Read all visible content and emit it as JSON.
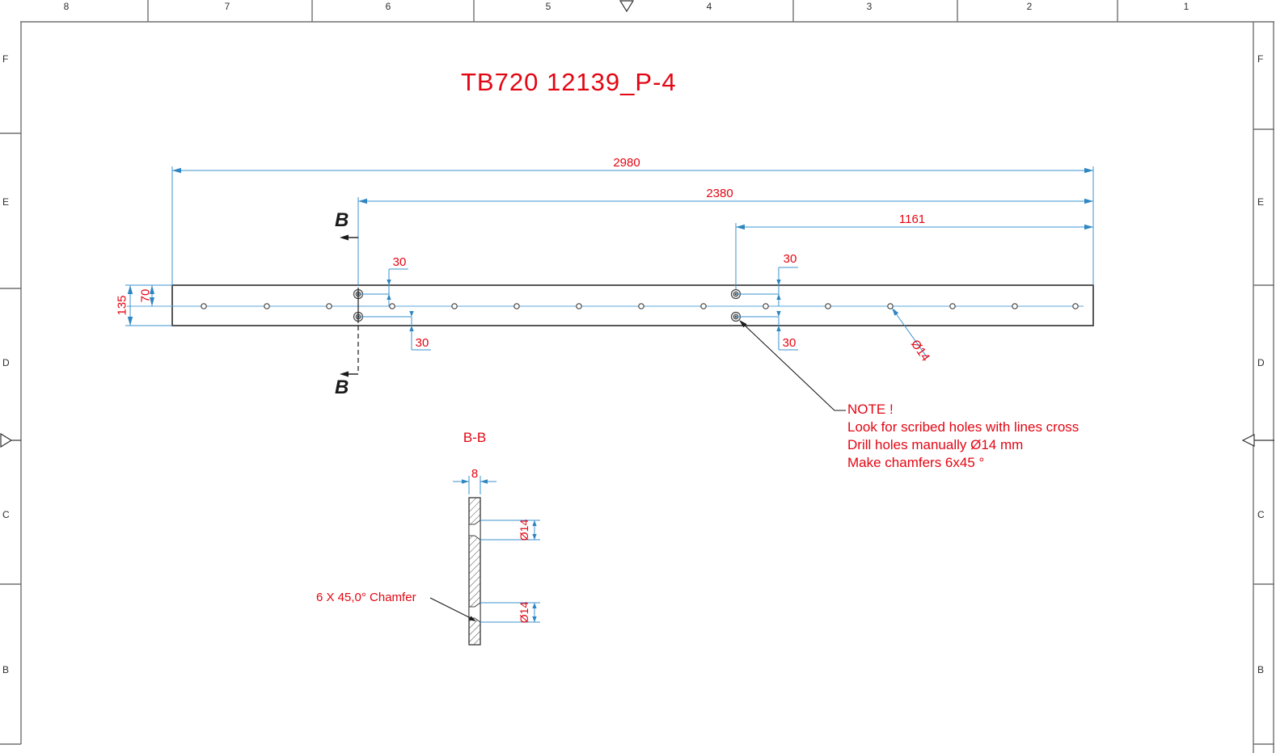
{
  "title": "TB720 12139_P-4",
  "frame": {
    "top_zones": [
      "8",
      "7",
      "6",
      "5",
      "4",
      "3",
      "2",
      "1"
    ],
    "left_zones": [
      "F",
      "E",
      "D",
      "C",
      "B"
    ],
    "right_zones": [
      "F",
      "E",
      "D",
      "C",
      "B"
    ]
  },
  "main_view": {
    "dim_overall": "2980",
    "dim_to_left_scribed": "2380",
    "dim_to_right_scribed": "1161",
    "dim_offset_top_left": "30",
    "dim_offset_bottom_left": "30",
    "dim_offset_top_right": "30",
    "dim_offset_bottom_right": "30",
    "dim_height": "135",
    "dim_centerline": "70",
    "hole_dia_label": "Ø14",
    "section_cut_label_top": "B",
    "section_cut_label_bottom": "B"
  },
  "section_view": {
    "label": "B-B",
    "dim_thickness": "8",
    "hole_dia_top": "Ø14",
    "hole_dia_bottom": "Ø14",
    "chamfer_label": "6 X 45,0° Chamfer"
  },
  "note": {
    "line1": "NOTE !",
    "line2": "Look for scribed holes with lines cross",
    "line3": "Drill holes manually Ø14 mm",
    "line4": "Make chamfers 6x45 °"
  },
  "colors": {
    "dimension_red": "#e30613",
    "dimension_blue": "#3b93cf",
    "line_dark": "#444444",
    "frame_gray": "#707070"
  }
}
